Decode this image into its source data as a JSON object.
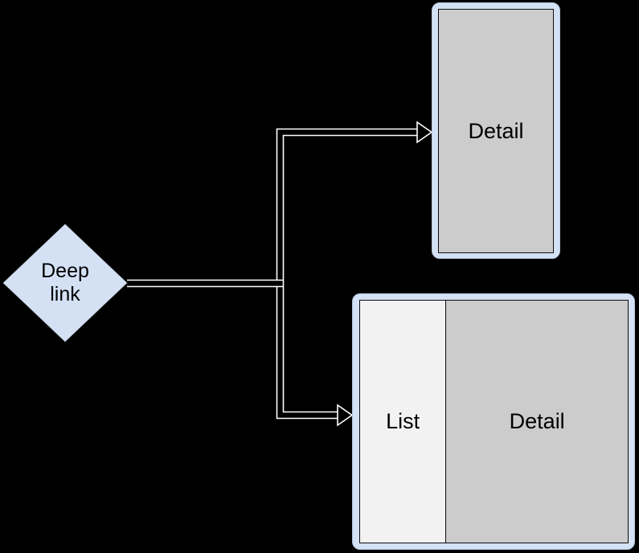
{
  "diagram": {
    "title": "Deep link navigation diagram",
    "background_color": "#000000",
    "node_fill_blue": "#d4e1f4",
    "node_fill_gray": "#cccccc",
    "node_fill_light": "#f2f2f2",
    "stroke_color": "#0d0d0d",
    "connector_color": "#ffffff"
  },
  "source": {
    "id": "deep-link",
    "shape": "diamond",
    "label": "Deep\nlink",
    "label_line1": "Deep",
    "label_line2": "link"
  },
  "targets": [
    {
      "id": "detail-pane",
      "shape": "rounded-frame",
      "sections": [
        {
          "name": "detail",
          "label": "Detail",
          "fill": "#cccccc"
        }
      ]
    },
    {
      "id": "list-detail-pane",
      "shape": "rounded-frame",
      "sections": [
        {
          "name": "list",
          "label": "List",
          "fill": "#f2f2f2"
        },
        {
          "name": "detail",
          "label": "Detail",
          "fill": "#cccccc"
        }
      ]
    }
  ],
  "edges": [
    {
      "id": "edge-deep-link-to-detail",
      "from": "deep-link",
      "to": "detail-pane",
      "style": "hollow-outline-arrow",
      "label": ""
    },
    {
      "id": "edge-deep-link-to-list-detail",
      "from": "deep-link",
      "to": "list-detail-pane",
      "style": "hollow-outline-arrow",
      "label": ""
    }
  ]
}
